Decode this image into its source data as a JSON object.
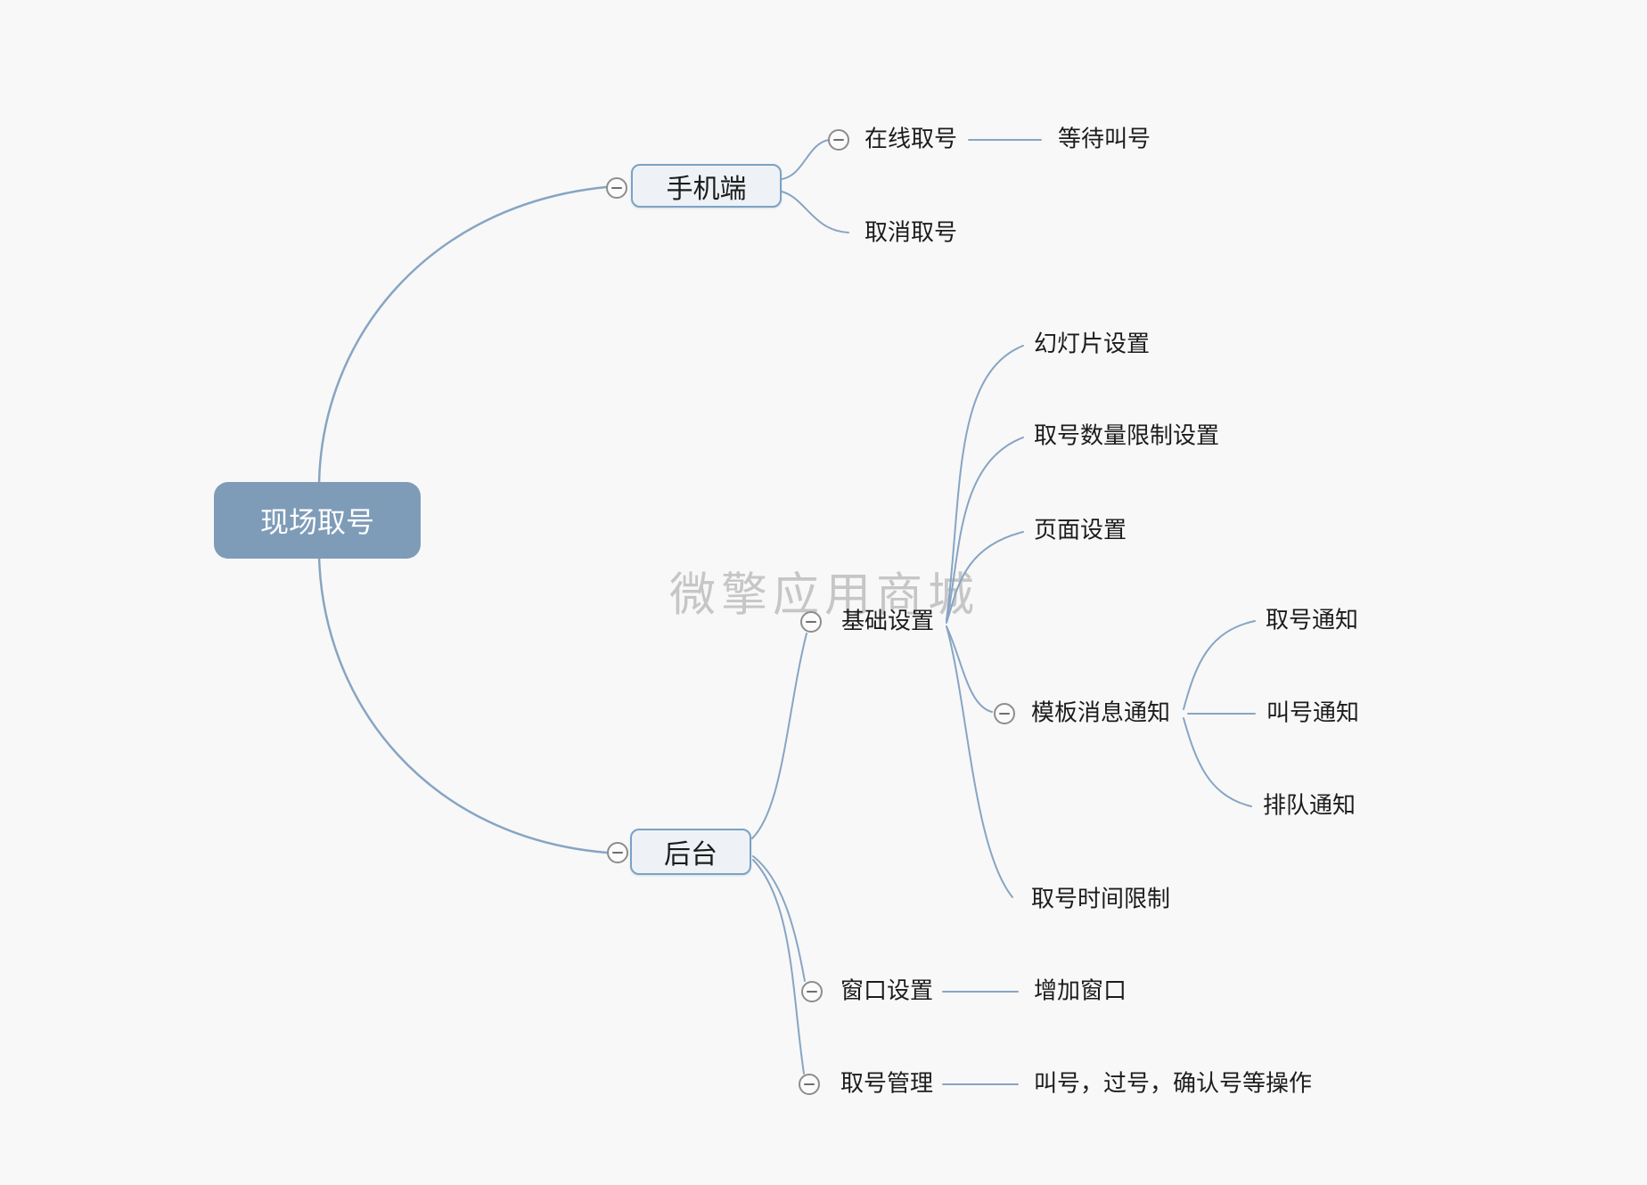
{
  "app": {
    "type": "mindmap",
    "watermark": {
      "text": "微擎应用商城",
      "color": "#c6c6c6"
    },
    "colors": {
      "background": "#f8f8f8",
      "connector": "#87a5c3",
      "root_fill": "#7e9cb8",
      "root_text": "#ffffff",
      "branch_fill": "#eef2f6",
      "branch_border": "#7ba2c4",
      "text": "#1c1c1c",
      "collapse_icon_border": "#8d8d8d"
    }
  },
  "tree": {
    "label": "现场取号",
    "children": [
      {
        "label": "手机端",
        "collapsible": true,
        "children": [
          {
            "label": "在线取号",
            "collapsible": true,
            "children": [
              {
                "label": "等待叫号"
              }
            ]
          },
          {
            "label": "取消取号"
          }
        ]
      },
      {
        "label": "后台",
        "collapsible": true,
        "children": [
          {
            "label": "基础设置",
            "collapsible": true,
            "children": [
              {
                "label": "幻灯片设置"
              },
              {
                "label": "取号数量限制设置"
              },
              {
                "label": "页面设置"
              },
              {
                "label": "模板消息通知",
                "collapsible": true,
                "children": [
                  {
                    "label": "取号通知"
                  },
                  {
                    "label": "叫号通知"
                  },
                  {
                    "label": "排队通知"
                  }
                ]
              },
              {
                "label": "取号时间限制"
              }
            ]
          },
          {
            "label": "窗口设置",
            "collapsible": true,
            "children": [
              {
                "label": "增加窗口"
              }
            ]
          },
          {
            "label": "取号管理",
            "collapsible": true,
            "children": [
              {
                "label": "叫号，过号，确认号等操作"
              }
            ]
          }
        ]
      }
    ]
  }
}
